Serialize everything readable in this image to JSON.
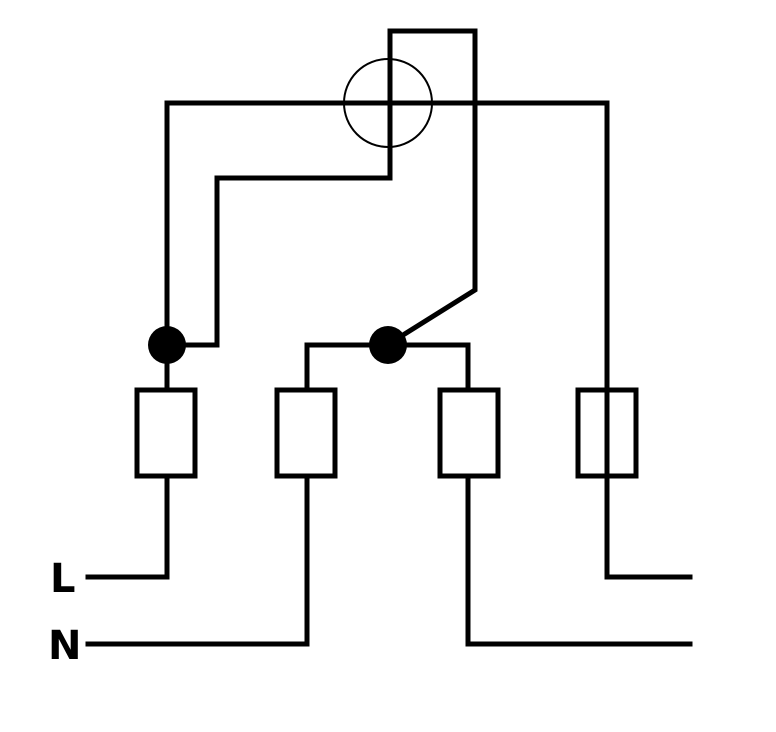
{
  "diagram": {
    "colors": {
      "line": "#000000",
      "background": "#ffffff"
    },
    "terminals": {
      "live_label": "L",
      "neutral_label": "N"
    },
    "components": {
      "meter_symbol": "circle-with-cross-icon",
      "fuse_count": 4,
      "junction_count": 2
    }
  }
}
